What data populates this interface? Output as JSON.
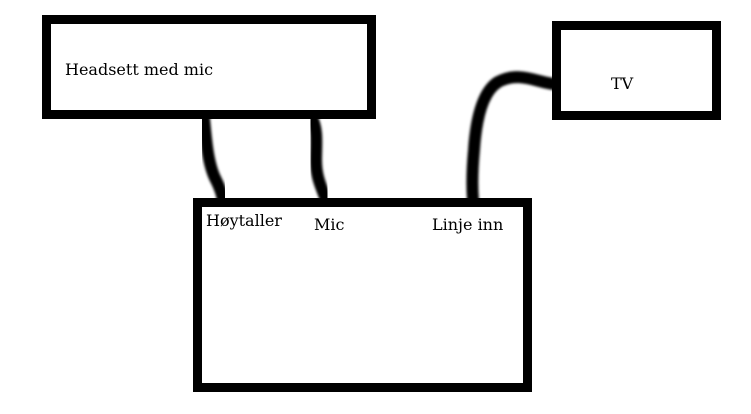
{
  "devices": {
    "headset": {
      "label": "Headsett med mic"
    },
    "tv": {
      "label": "TV"
    },
    "mixer": {
      "ports": [
        {
          "id": "speaker",
          "label": "Høytaller"
        },
        {
          "id": "mic",
          "label": "Mic"
        },
        {
          "id": "line_in",
          "label": "Linje inn"
        }
      ]
    }
  },
  "connections": [
    {
      "from": "headset",
      "to": "speaker"
    },
    {
      "from": "headset",
      "to": "mic"
    },
    {
      "from": "tv",
      "to": "line_in"
    }
  ],
  "colors": {
    "stroke": "#000000",
    "background": "#ffffff"
  }
}
